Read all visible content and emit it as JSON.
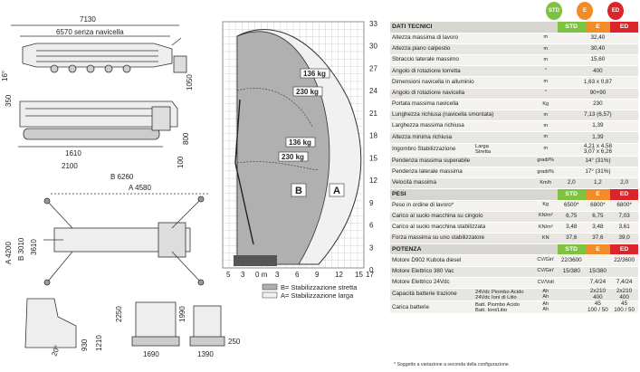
{
  "badges": [
    {
      "label": "STD",
      "color": "#7ec242"
    },
    {
      "label": "E",
      "color": "#f28c28"
    },
    {
      "label": "ED",
      "color": "#d9252b"
    }
  ],
  "drawing": {
    "top_view": {
      "length": "7130",
      "length_no_basket": "6570 senza navicella",
      "angle": "16°",
      "h1": "1050",
      "h2": "350"
    },
    "side_view": {
      "h": "800",
      "w1": "1610",
      "w2": "2100",
      "h100": "100"
    },
    "plan_view": {
      "b": "B 6260",
      "a": "A 4580",
      "h_a": "A 4200",
      "h_b": "B 3010",
      "h_in": "3610"
    },
    "front_views": {
      "h1": "2250",
      "h2": "1990",
      "w1": "1690",
      "w2": "1390",
      "w3": "250",
      "w4": "930",
      "w5": "1210",
      "angle": "20°"
    }
  },
  "chart": {
    "y_ticks": [
      "33",
      "30",
      "27",
      "24",
      "21",
      "18",
      "15",
      "12",
      "9",
      "6",
      "3",
      "0"
    ],
    "x_ticks": [
      "5",
      "3",
      "0 m",
      "3",
      "6",
      "9",
      "12",
      "15",
      "17"
    ],
    "load_labels": [
      "136 kg",
      "230 kg",
      "136 kg",
      "230 kg"
    ],
    "zone_b": "B",
    "zone_a": "A",
    "legend_b": "B= Stabilizzazione stretta",
    "legend_a": "A= Stabilizzazione larga"
  },
  "table": {
    "dati_header": "DATI TECNICI",
    "col_headers": [
      "STD",
      "E",
      "ED"
    ],
    "dati_rows": [
      {
        "label": "Altezza massima di lavoro",
        "unit": "m",
        "value": "32,40"
      },
      {
        "label": "Altezza piano calpestio",
        "unit": "m",
        "value": "30,40"
      },
      {
        "label": "Sbraccio laterale massimo",
        "unit": "m",
        "value": "15,60"
      },
      {
        "label": "Angolo di rotazione torretta",
        "unit": "°",
        "value": "400"
      },
      {
        "label": "Dimensioni navicella in alluminio",
        "unit": "m",
        "value": "1,63 x 0,87"
      },
      {
        "label": "Angolo di rotazione navicella",
        "unit": "°",
        "value": "90+90"
      },
      {
        "label": "Portata massima navicella",
        "unit": "Kg",
        "value": "230"
      },
      {
        "label": "Lunghezza richiusa (navicella smontata)",
        "unit": "m",
        "value": "7,13 (6,57)"
      },
      {
        "label": "Larghezza massima richiusa",
        "unit": "m",
        "value": "1,39"
      },
      {
        "label": "Altezza minima richiusa",
        "unit": "m",
        "value": "1,39"
      }
    ],
    "ingombro": {
      "label": "Ingombro Stabilizzazione",
      "sub1": "Larga",
      "sub2": "Stretta",
      "unit": "m",
      "val1": "4,21 x 4,58",
      "val2": "3,07 x 6,26"
    },
    "pend_rows": [
      {
        "label": "Pendenza massima superabile",
        "unit": "gradi/%",
        "value": "14° (31%)"
      },
      {
        "label": "Pendenza laterale massima",
        "unit": "gradi/%",
        "value": "17° (31%)"
      }
    ],
    "velocita": {
      "label": "Velocità massima",
      "unit": "Km/h",
      "std": "2,0",
      "e": "1,2",
      "ed": "2,0"
    },
    "pesi_header": "PESI",
    "pesi_rows": [
      {
        "label": "Peso in ordine di lavoro*",
        "unit": "Kg",
        "std": "6500*",
        "e": "6800*",
        "ed": "6800*"
      },
      {
        "label": "Carico al suolo macchina su cingolo",
        "unit": "KN/m²",
        "std": "6,75",
        "e": "6,75",
        "ed": "7,03"
      },
      {
        "label": "Carico al suolo macchina stabilizzata",
        "unit": "KN/m²",
        "std": "3,48",
        "e": "3,48",
        "ed": "3,61"
      },
      {
        "label": "Forza massima su uno stabilizzatore",
        "unit": "KN",
        "std": "37,6",
        "e": "37,6",
        "ed": "39,0"
      }
    ],
    "potenza_header": "POTENZA",
    "potenza_rows": [
      {
        "label": "Motore D902 Kubota diesel",
        "unit": "CV/Giri'",
        "std": "22/3600",
        "e": "",
        "ed": "22/3600"
      },
      {
        "label": "Motore Elettrico 380 Vac",
        "unit": "CV/Giri'",
        "std": "15/380",
        "e": "15/380",
        "ed": ""
      },
      {
        "label": "Motore Elettrico 24Vdc",
        "unit": "CV/Volt",
        "std": "",
        "e": "7,4/24",
        "ed": "7,4/24"
      }
    ],
    "capacita": {
      "label": "Capacità batterie trazione",
      "sub1": "24Vdc Piombo Acido",
      "sub2": "24Vdc Ioni di Litio",
      "unit1": "Ah",
      "unit2": "Ah",
      "e1": "2x210",
      "e2": "400",
      "ed1": "2x210",
      "ed2": "400"
    },
    "carica": {
      "label": "Carica batterie",
      "sub1": "Batt. Piombo Acido",
      "sub2": "Batt. Ioni/Litio",
      "unit1": "Ah",
      "unit2": "Ah",
      "e1": "45",
      "e2": "100 / 50",
      "ed1": "45",
      "ed2": "100 / 50"
    },
    "note": "* Soggetto a variazione a seconda della configurazione."
  }
}
